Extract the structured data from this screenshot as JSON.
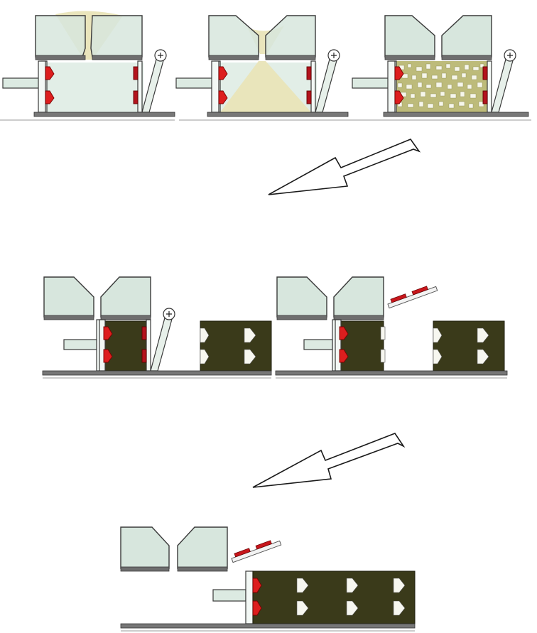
{
  "diagram": {
    "frames": [
      {
        "id": "frame-1",
        "stage": "hopper-discharge",
        "hopper_open": true,
        "sand_flow": "from-top",
        "gate": "closed"
      },
      {
        "id": "frame-2",
        "stage": "filling",
        "hopper_open": true,
        "sand_flow": "into-mold",
        "gate": "closed"
      },
      {
        "id": "frame-3",
        "stage": "mold-filled",
        "hopper_open": true,
        "fill": "concrete-aggregate",
        "gate": "closed"
      },
      {
        "id": "frame-4",
        "stage": "compressed-block-and-previous-blocks",
        "gate": "closed",
        "blocks_ejected": 1
      },
      {
        "id": "frame-5",
        "stage": "gate-raised-with-pallet",
        "gate": "open",
        "blocks_ejected": 1
      },
      {
        "id": "frame-6",
        "stage": "block-pushed-out",
        "gate": "open",
        "blocks_ejected": 3
      }
    ],
    "arrows": [
      {
        "id": "arrow-1",
        "direction": "down-left"
      },
      {
        "id": "arrow-2",
        "direction": "down-left"
      }
    ],
    "colors": {
      "hopper": "#d7e6dd",
      "knob": "#dd1e1e",
      "sand": "#e9e4b8",
      "block": "#3a3a1a",
      "base": "#777777"
    }
  }
}
